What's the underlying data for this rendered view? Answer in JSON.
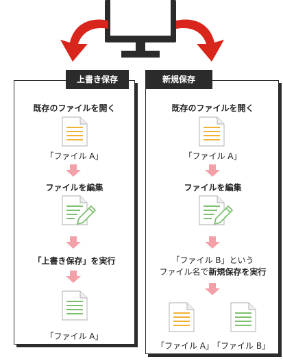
{
  "left_panel": {
    "title": "上書き保存",
    "step1": "既存のファイルを開く",
    "file1": "「ファイル A」",
    "step2": "ファイルを編集",
    "step3": "「上書き保存」を実行",
    "file_final": "「ファイル A」"
  },
  "right_panel": {
    "title": "新規保存",
    "step1": "既存のファイルを開く",
    "file1": "「ファイル A」",
    "step2": "ファイルを編集",
    "step3_line1": "「ファイル B」という",
    "step3_line2_normal": "ファイル名で",
    "step3_line2_bold": "新規保存を実行",
    "file_a": "「ファイル A」",
    "file_b": "「ファイル B」"
  },
  "colors": {
    "dark": "#2b2b2b",
    "red_arrow": "#d9261c",
    "pink_arrow": "#f4a0a8",
    "doc_yellow_lines": "#f2b233",
    "doc_green_lines": "#7cc06f",
    "doc_fill": "#ffffff",
    "doc_stroke": "#b8b8b8"
  },
  "icons": [
    "monitor-icon",
    "curved-arrow-left-icon",
    "curved-arrow-right-icon",
    "document-yellow-icon",
    "document-green-icon",
    "document-edit-icon",
    "down-arrow-icon"
  ]
}
